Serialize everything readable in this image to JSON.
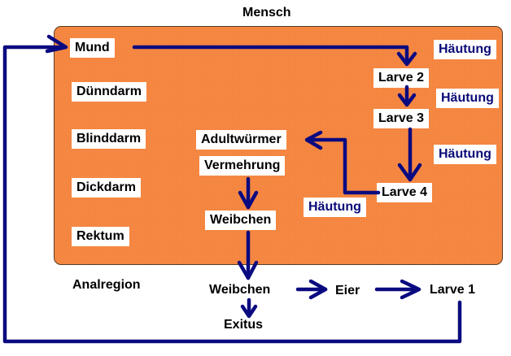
{
  "diagram": {
    "host_title": "Mensch",
    "anal_region_label": "Analregion",
    "organs": [
      "Mund",
      "Dünndarm",
      "Blinddarm",
      "Dickdarm",
      "Rektum"
    ],
    "stages_inside": {
      "larva2": "Larve 2",
      "larva3": "Larve 3",
      "larva4": "Larve 4",
      "adult_worms": "Adultwürmer",
      "reproduction": "Vermehrung",
      "females": "Weibchen"
    },
    "molting_labels": [
      "Häutung",
      "Häutung",
      "Häutung",
      "Häutung"
    ],
    "stages_outside": {
      "females": "Weibchen",
      "eggs": "Eier",
      "larva1": "Larve 1",
      "exitus": "Exitus"
    },
    "colors": {
      "host_box": "#f4843f",
      "arrow": "#0a0a80",
      "molting_text": "#0a0a78",
      "label_bg": "#ffffff"
    }
  }
}
